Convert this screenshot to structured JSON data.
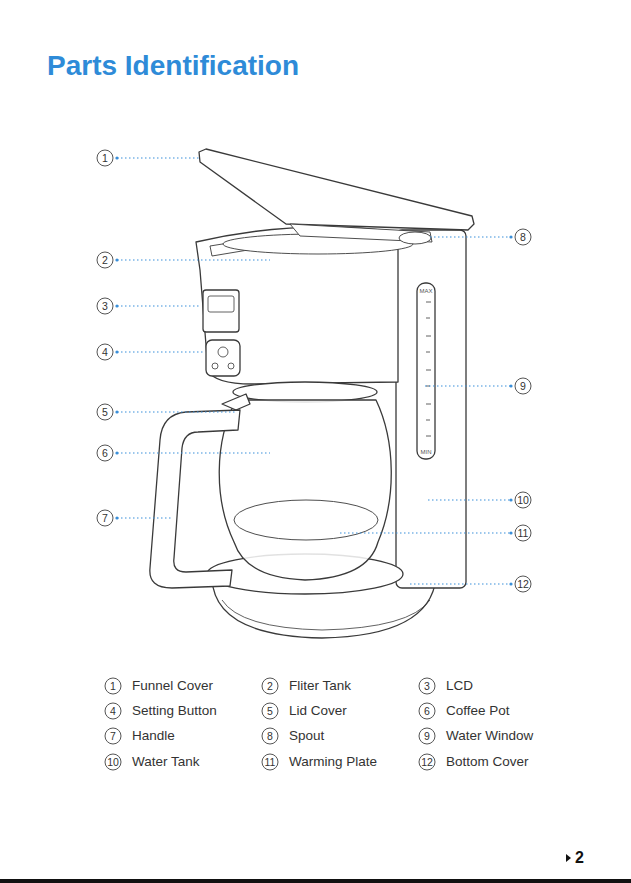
{
  "diagram": {
    "title": "Parts Identification",
    "nodes": [
      {
        "text": [
          "1"
        ]
      },
      {
        "text": [
          "2"
        ]
      },
      {
        "text": [
          "3"
        ]
      },
      {
        "text": [
          "4"
        ]
      },
      {
        "text": [
          "5"
        ]
      },
      {
        "text": [
          "6"
        ]
      },
      {
        "text": [
          "7"
        ]
      },
      {
        "text": [
          "8"
        ]
      },
      {
        "text": [
          "9"
        ]
      },
      {
        "text": [
          "10"
        ]
      },
      {
        "text": [
          "11"
        ]
      },
      {
        "text": [
          "12"
        ]
      },
      {
        "text": [
          "1"
        ]
      },
      {
        "text": [
          "2"
        ]
      },
      {
        "text": [
          "3"
        ]
      },
      {
        "text": [
          "4"
        ]
      },
      {
        "text": [
          "5"
        ]
      },
      {
        "text": [
          "6"
        ]
      },
      {
        "text": [
          "7"
        ]
      },
      {
        "text": [
          "8"
        ]
      },
      {
        "text": [
          "9"
        ]
      },
      {
        "text": [
          "10"
        ]
      },
      {
        "text": [
          "11"
        ]
      },
      {
        "text": [
          "12"
        ]
      }
    ],
    "labels": [
      "Funnel Cover",
      "Fliter Tank",
      "LCD",
      "Setting Button",
      "Lid Cover",
      "Coffee Pot",
      "Handle",
      "Spout",
      "Water Window",
      "Water Tank",
      "Warming Plate",
      "Bottom Cover",
      "MAX",
      "MIN",
      "2"
    ]
  }
}
